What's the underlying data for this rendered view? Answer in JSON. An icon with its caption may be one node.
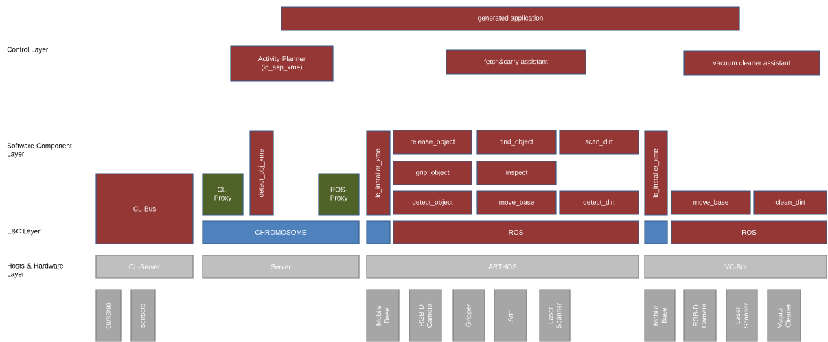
{
  "diagram": {
    "nodes": [
      {
        "text": [
          "generated application"
        ]
      },
      {
        "text": [
          "Activity Planner (ic_asp_xme)"
        ]
      },
      {
        "text": [
          "fetch&carry assistant"
        ]
      },
      {
        "text": [
          "vacuum cleaner assistant"
        ]
      },
      {
        "text": [
          "CL-Bus"
        ]
      },
      {
        "text": [
          "CL-Proxy"
        ]
      },
      {
        "text": [
          "detect_obj_xme"
        ]
      },
      {
        "text": [
          "ROS-Proxy"
        ]
      },
      {
        "text": [
          "lc_installer_xme"
        ]
      },
      {
        "text": [
          "release_object"
        ]
      },
      {
        "text": [
          "find_object"
        ]
      },
      {
        "text": [
          "scan_dirt"
        ]
      },
      {
        "text": [
          "grip_object"
        ]
      },
      {
        "text": [
          "inspect"
        ]
      },
      {
        "text": [
          "detect_object"
        ]
      },
      {
        "text": [
          "move_base"
        ]
      },
      {
        "text": [
          "detect_dirt"
        ]
      },
      {
        "text": [
          "lc_installer_xme"
        ]
      },
      {
        "text": [
          "move_base"
        ]
      },
      {
        "text": [
          "clean_dirt"
        ]
      },
      {
        "text": [
          "CHROMOSOME"
        ]
      },
      {
        "text": [],
        "shape": "box"
      },
      {
        "text": [
          "ROS"
        ]
      },
      {
        "text": [],
        "shape": "box"
      },
      {
        "text": [
          "ROS"
        ]
      },
      {
        "text": [
          "CL-Server"
        ]
      },
      {
        "text": [
          "Server"
        ]
      },
      {
        "text": [
          "ARTHOS"
        ]
      },
      {
        "text": [
          "VC-Bot"
        ]
      },
      {
        "text": [
          "cameras"
        ]
      },
      {
        "text": [
          "sensors"
        ]
      },
      {
        "text": [
          "Mobile Base"
        ]
      },
      {
        "text": [
          "RGB-D Camera"
        ]
      },
      {
        "text": [
          "Gripper"
        ]
      },
      {
        "text": [
          "Arm"
        ]
      },
      {
        "text": [
          "Laser Scanner"
        ]
      },
      {
        "text": [
          "Mobile Base"
        ]
      },
      {
        "text": [
          "RGB-D Camera"
        ]
      },
      {
        "text": [
          "Laser Scanner"
        ]
      },
      {
        "text": [
          "Vacuum Cleaner"
        ]
      }
    ],
    "labels": [
      "Control Layer",
      "Software Component Layer",
      "E&C Layer",
      "Hosts & Hardware Layer"
    ]
  }
}
